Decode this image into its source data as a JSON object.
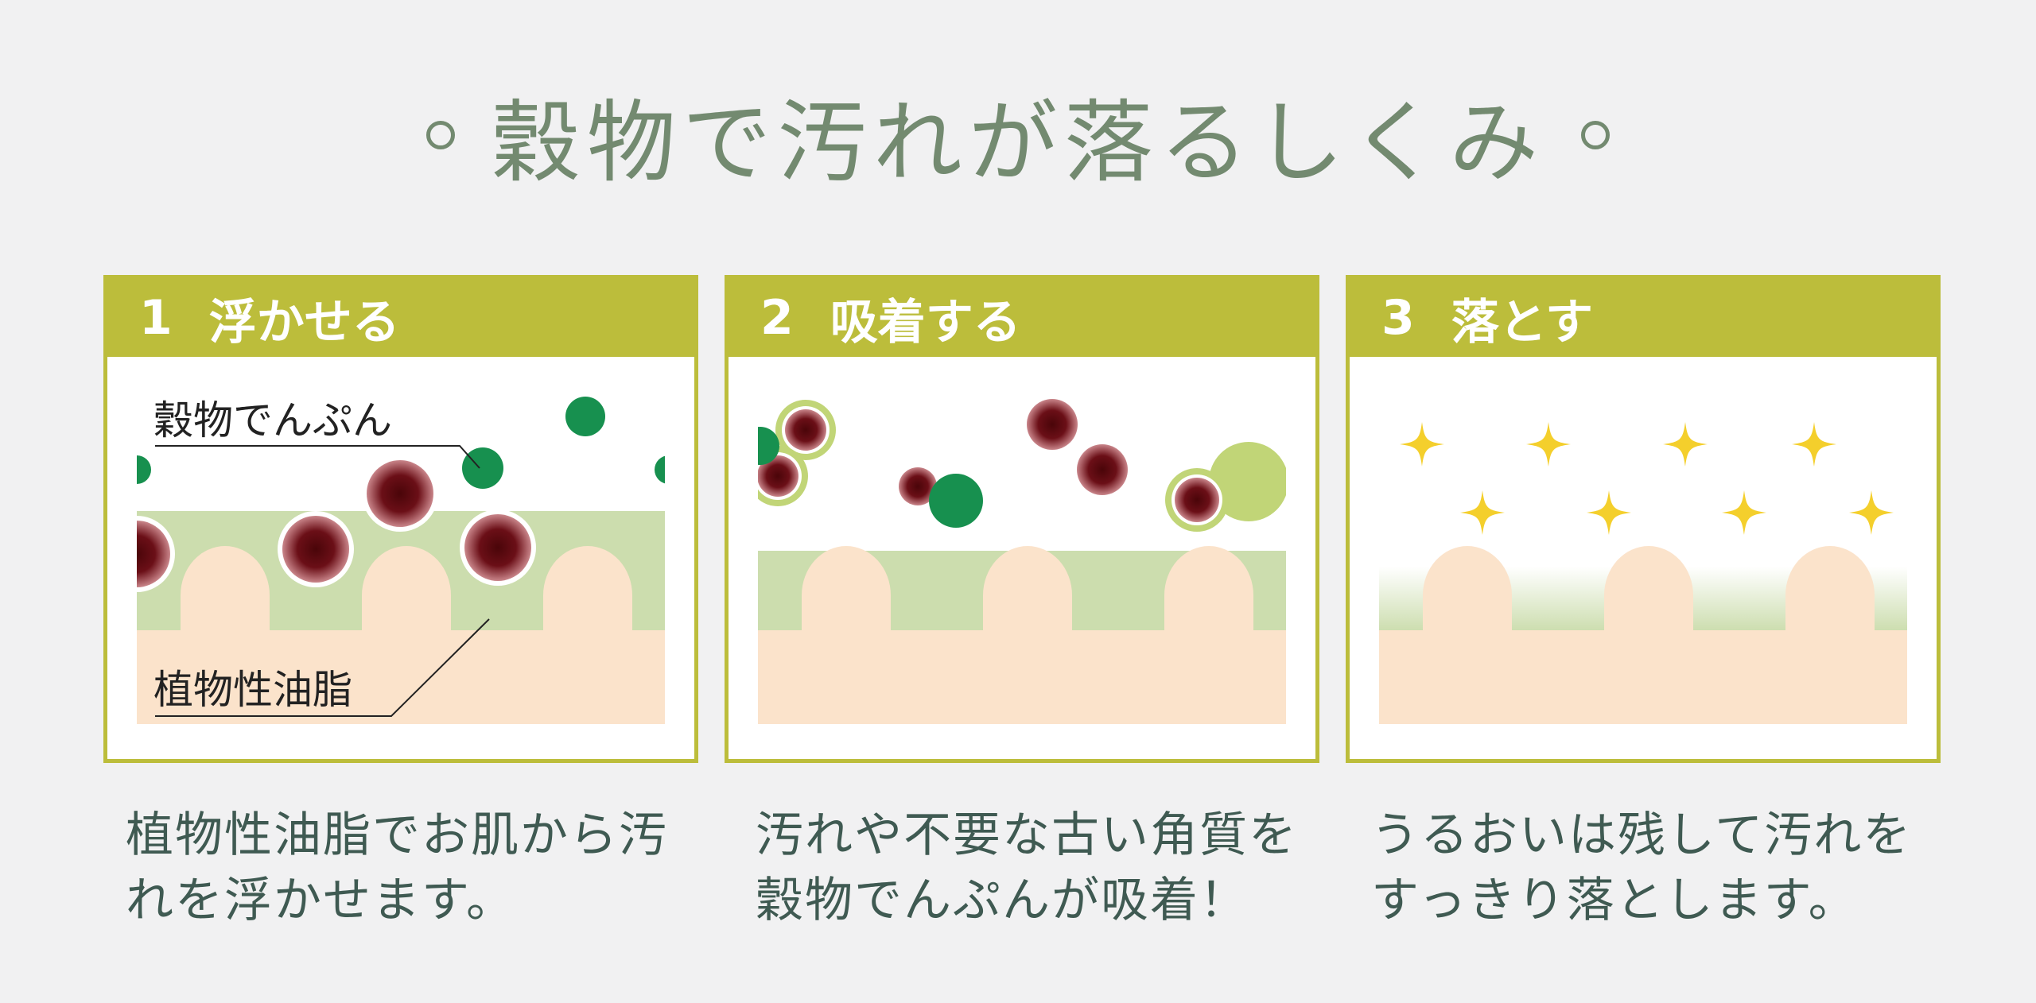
{
  "title": "穀物で汚れが落るしくみ",
  "colors": {
    "accent": "#bcbd3b",
    "title": "#738a70",
    "text": "#3f5a52",
    "grain_green": "#17904f",
    "light_green_layer": "#ccddae",
    "skin": "#fbe3cb",
    "dirt": "#6b0f17",
    "sparkle": "#f4cf2c"
  },
  "steps": [
    {
      "number": "1",
      "label": "浮かせる",
      "labels": [
        "穀物でんぷん",
        "植物性油脂"
      ],
      "caption": [
        "植物性油脂でお肌から汚",
        "れを浮かせます。"
      ]
    },
    {
      "number": "2",
      "label": "吸着する",
      "caption": [
        "汚れや不要な古い角質を",
        "穀物でんぷんが吸着！"
      ]
    },
    {
      "number": "3",
      "label": "落とす",
      "caption": [
        "うるおいは残して汚れを",
        "すっきり落とします。"
      ]
    }
  ]
}
